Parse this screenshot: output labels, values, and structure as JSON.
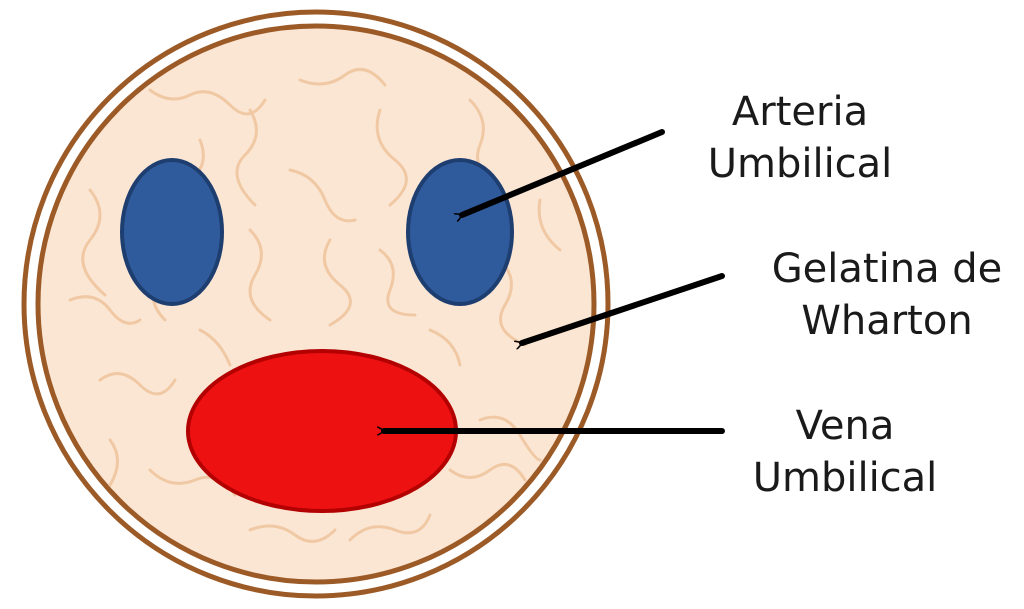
{
  "colors": {
    "cord_fill": "#fbe6d4",
    "cord_outline": "#9c5a26",
    "fibers": "#f0c9a4",
    "artery_fill": "#2f5b9c",
    "artery_stroke": "#1e3e70",
    "vein_fill": "#ee1111",
    "vein_stroke": "#b30000",
    "arrow": "#000000"
  },
  "labels": {
    "artery": {
      "line1": "Arteria",
      "line2": "Umbilical"
    },
    "wharton": {
      "line1": "Gelatina de",
      "line2": "Wharton"
    },
    "vein": {
      "line1": "Vena",
      "line2": "Umbilical"
    }
  }
}
